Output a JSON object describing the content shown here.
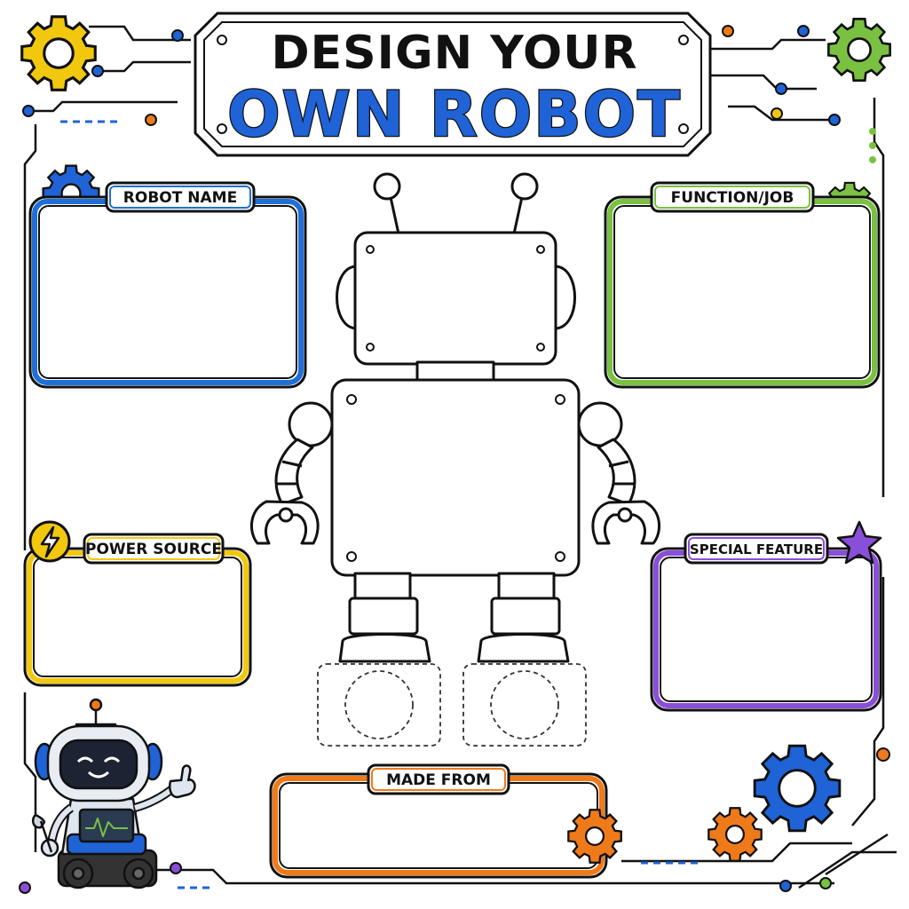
{
  "title": {
    "line1": "DESIGN YOUR",
    "line2": "OWN ROBOT"
  },
  "boxes": {
    "robot_name": {
      "label": "ROBOT NAME",
      "color": "#1f6fd6"
    },
    "function_job": {
      "label": "FUNCTION/JOB",
      "color": "#7ac142"
    },
    "power_source": {
      "label": "POWER SOURCE",
      "color": "#f2c80f"
    },
    "special_feature": {
      "label": "SPECIAL FEATURE",
      "color": "#8a4fd8"
    },
    "made_from": {
      "label": "MADE FROM",
      "color": "#ef7a1a"
    }
  },
  "colors": {
    "blue": "#1f63d6",
    "green": "#7ac142",
    "yellow": "#f2c80f",
    "orange": "#ef7a1a",
    "purple": "#8a4fd8",
    "ink": "#111111"
  },
  "icons": [
    "gear-icon",
    "lightning-icon",
    "star-icon",
    "robot-mascot"
  ]
}
